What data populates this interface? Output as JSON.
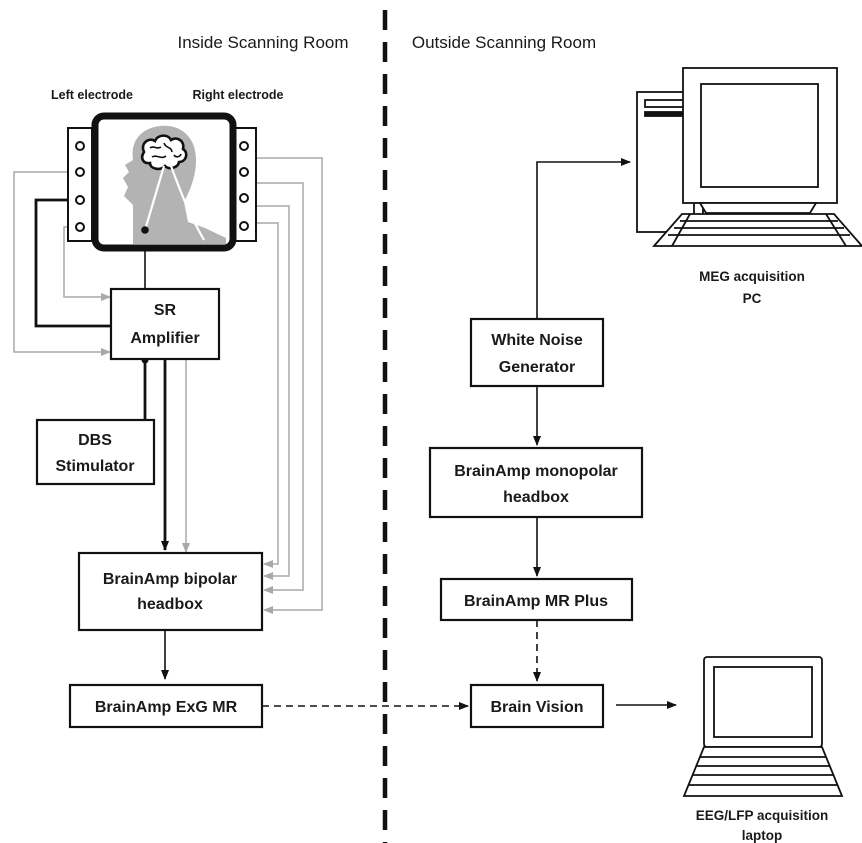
{
  "rooms": {
    "inside": "Inside Scanning Room",
    "outside": "Outside Scanning Room"
  },
  "electrodes": {
    "left": "Left electrode",
    "right": "Right electrode"
  },
  "boxes": {
    "sr_amplifier": [
      "SR",
      "Amplifier"
    ],
    "dbs_stimulator": [
      "DBS",
      "Stimulator"
    ],
    "bipolar_headbox": [
      "BrainAmp bipolar",
      "headbox"
    ],
    "exg_mr": [
      "BrainAmp ExG MR"
    ],
    "white_noise": [
      "White Noise",
      "Generator"
    ],
    "monopolar_headbox": [
      "BrainAmp monopolar",
      "headbox"
    ],
    "mr_plus": [
      "BrainAmp MR Plus"
    ],
    "brain_vision": [
      "Brain Vision"
    ]
  },
  "computers": {
    "meg_pc": [
      "MEG acquisition",
      "PC"
    ],
    "eeg_laptop": [
      "EEG/LFP acquisition",
      "laptop"
    ]
  },
  "colors": {
    "black_line": "#111111",
    "grey_line": "#a9a9a9",
    "head_fill": "#b3b3b3"
  }
}
